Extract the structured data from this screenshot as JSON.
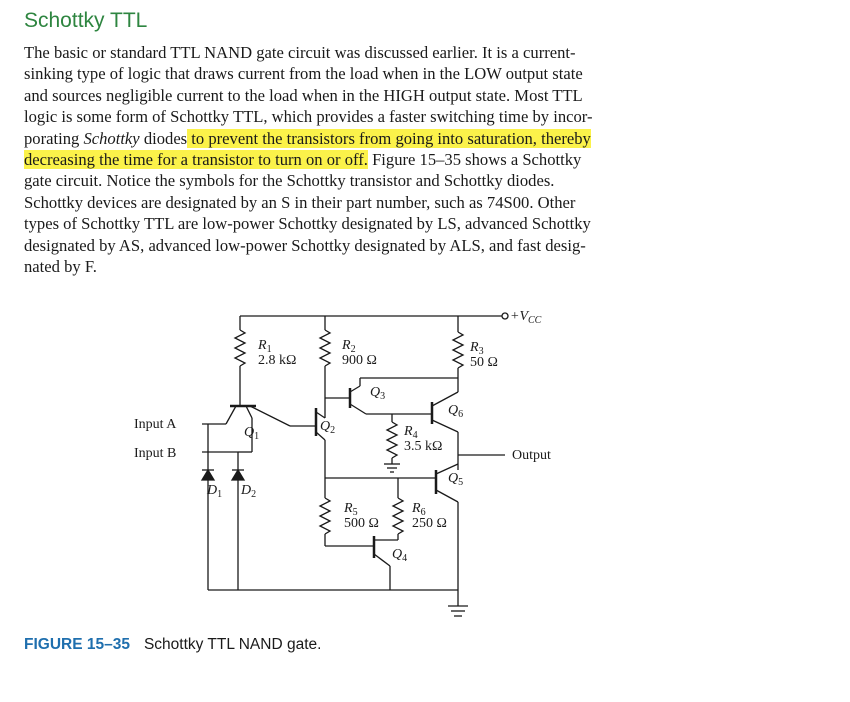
{
  "section": {
    "title": "Schottky TTL"
  },
  "paragraph": {
    "lines": [
      "The basic or standard TTL NAND gate circuit was discussed earlier. It is a current-",
      "sinking type of logic that draws current from the load when in the LOW output state",
      "and sources negligible current to the load when in the HIGH output state. Most TTL",
      "logic is some form of Schottky TTL, which provides a faster switching time by incor-"
    ],
    "line5_pre": "porating ",
    "line5_em": "Schottky",
    "line5_mid": " diodes",
    "line5_hl": " to prevent the transistors from going into saturation, thereby",
    "line6_hl": "decreasing the time for a transistor to turn on or off.",
    "line6_rest": " Figure 15–35 shows a Schottky",
    "lines_after": [
      "gate circuit. Notice the symbols for the Schottky transistor and Schottky diodes.",
      "Schottky devices are designated by an S in their part number, such as 74S00. Other",
      "types of Schottky TTL are low-power Schottky designated by LS, advanced Schottky",
      "designated by AS, advanced low-power Schottky designated by ALS, and fast desig-",
      "nated by F."
    ]
  },
  "circuit": {
    "vcc": "+V",
    "vcc_sub": "CC",
    "input_a": "Input A",
    "input_b": "Input B",
    "output": "Output",
    "r1": {
      "name": "R",
      "sub": "1",
      "value": "2.8 kΩ"
    },
    "r2": {
      "name": "R",
      "sub": "2",
      "value": "900 Ω"
    },
    "r3": {
      "name": "R",
      "sub": "3",
      "value": "50 Ω"
    },
    "r4": {
      "name": "R",
      "sub": "4",
      "value": "3.5 kΩ"
    },
    "r5": {
      "name": "R",
      "sub": "5",
      "value": "500 Ω"
    },
    "r6": {
      "name": "R",
      "sub": "6",
      "value": "250 Ω"
    },
    "q1": {
      "name": "Q",
      "sub": "1"
    },
    "q2": {
      "name": "Q",
      "sub": "2"
    },
    "q3": {
      "name": "Q",
      "sub": "3"
    },
    "q4": {
      "name": "Q",
      "sub": "4"
    },
    "q5": {
      "name": "Q",
      "sub": "5"
    },
    "q6": {
      "name": "Q",
      "sub": "6"
    },
    "d1": {
      "name": "D",
      "sub": "1"
    },
    "d2": {
      "name": "D",
      "sub": "2"
    }
  },
  "figure": {
    "number": "FIGURE 15–35",
    "caption": "Schottky TTL NAND gate."
  }
}
